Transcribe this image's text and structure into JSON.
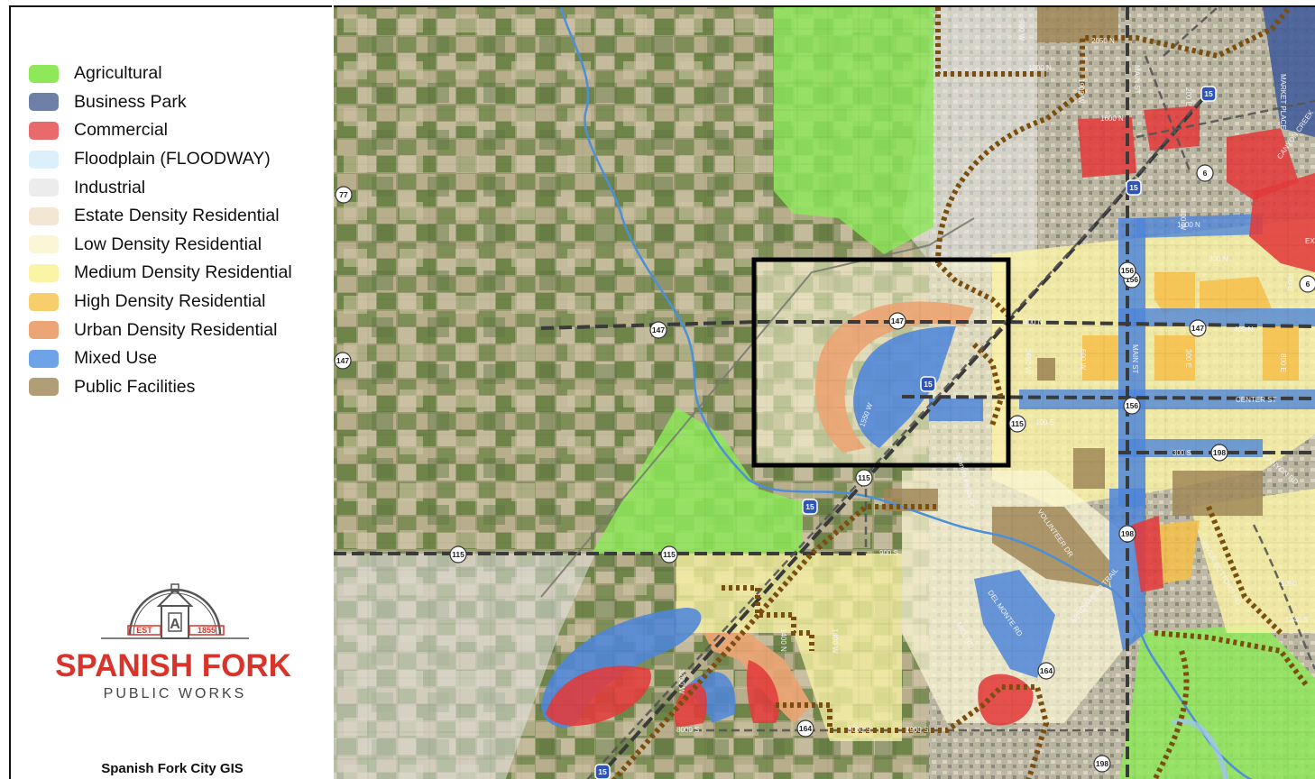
{
  "legend": {
    "items": [
      {
        "label": "Agricultural",
        "color": "#8ee85a"
      },
      {
        "label": "Business Park",
        "color": "#6f80a8"
      },
      {
        "label": "Commercial",
        "color": "#e86a6a"
      },
      {
        "label": "Floodplain (FLOODWAY)",
        "color": "#dcf0fb"
      },
      {
        "label": "Industrial",
        "color": "#ececec"
      },
      {
        "label": "Estate Density Residential",
        "color": "#f3e6d4"
      },
      {
        "label": "Low Density Residential",
        "color": "#fbf7d6"
      },
      {
        "label": "Medium Density Residential",
        "color": "#fbf4a6"
      },
      {
        "label": "High Density Residential",
        "color": "#f6cf6c"
      },
      {
        "label": "Urban Density Residential",
        "color": "#eca574"
      },
      {
        "label": "Mixed Use",
        "color": "#6fa3e8"
      },
      {
        "label": "Public Facilities",
        "color": "#b19d76"
      }
    ]
  },
  "logo": {
    "est_label": "EST",
    "year": "1855",
    "name": "SPANISH FORK",
    "subtitle": "PUBLIC WORKS",
    "color": "#d9342b"
  },
  "footer": {
    "credit": "Spanish Fork City GIS"
  },
  "map": {
    "route_shields": [
      "77",
      "147",
      "147",
      "147",
      "147",
      "156",
      "156",
      "156",
      "115",
      "115",
      "115",
      "115",
      "198",
      "198",
      "198",
      "164",
      "164",
      "6",
      "6",
      "15",
      "15",
      "15",
      "15",
      "15"
    ],
    "street_labels": [
      "2050 N",
      "1900 N",
      "1600 N",
      "1000 N",
      "800 N",
      "400 N",
      "400 N",
      "CENTER ST",
      "100 S",
      "300 S",
      "900 S",
      "1050",
      "1240 S",
      "8000 S",
      "8000 S",
      "1900 S",
      "VOLUNTEER DR",
      "DEL MONTE RD",
      "ARROWHEAD TRAIL",
      "MILL RD",
      "RIVER BOTTOMS RD",
      "CANYON RD",
      "CANYON CREEK",
      "MARKET PLACE",
      "MAIN ST",
      "MAIN ST",
      "1400 N",
      "1550 W",
      "2650 W",
      "1900 W",
      "1400 W",
      "3200 W",
      "900 W",
      "600 W",
      "300 W",
      "300 E",
      "800 E",
      "200 E",
      "700 E",
      "EXP",
      "Spanish Fields Dr"
    ]
  }
}
